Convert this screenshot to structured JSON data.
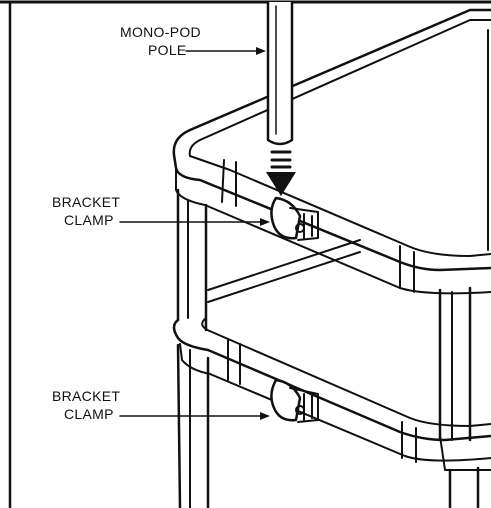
{
  "labels": {
    "mono_pod_line1": "MONO-POD",
    "mono_pod_line2": "POLE",
    "bracket_top_line1": "BRACKET",
    "bracket_top_line2": "CLAMP",
    "bracket_bottom_line1": "BRACKET",
    "bracket_bottom_line2": "CLAMP"
  },
  "colors": {
    "ink": "#111111",
    "paper": "#ffffff"
  }
}
